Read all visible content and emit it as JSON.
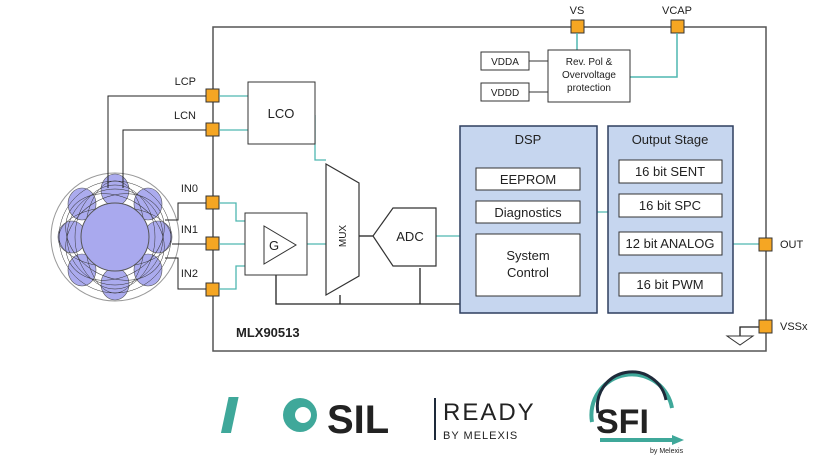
{
  "chip": {
    "name": "MLX90513"
  },
  "pins": {
    "vs": "VS",
    "vcap": "VCAP",
    "lcp": "LCP",
    "lcn": "LCN",
    "in0": "IN0",
    "in1": "IN1",
    "in2": "IN2",
    "out": "OUT",
    "vssx": "VSSx"
  },
  "blocks": {
    "vdda": "VDDA",
    "vddd": "VDDD",
    "revpol_line1": "Rev. Pol &",
    "revpol_line2": "Overvoltage",
    "revpol_line3": "protection",
    "lco": "LCO",
    "gain": "G",
    "mux": "MUX",
    "adc": "ADC"
  },
  "dsp": {
    "title": "DSP",
    "eeprom": "EEPROM",
    "diagnostics": "Diagnostics",
    "system_line1": "System",
    "system_line2": "Control"
  },
  "output_stage": {
    "title": "Output Stage",
    "sent": "16 bit SENT",
    "spc": "16 bit SPC",
    "analog": "12 bit ANALOG",
    "pwm": "16 bit PWM"
  },
  "logos": {
    "sil_mark": "SIL",
    "sil_ready": "READY",
    "sil_by": "BY MELEXIS",
    "sfi_mark": "SFI",
    "sfi_by": "by Melexis"
  },
  "colors": {
    "chip_border": "#555555",
    "pin_fill": "#f5a623",
    "teal_wire": "#4fb7b0",
    "block_fill": "#c6d6ef",
    "block_border": "#2f3f5f",
    "coil_fill": "#8f8fe8",
    "logo_teal": "#3fa89a",
    "logo_navy": "#1e2a3a"
  }
}
